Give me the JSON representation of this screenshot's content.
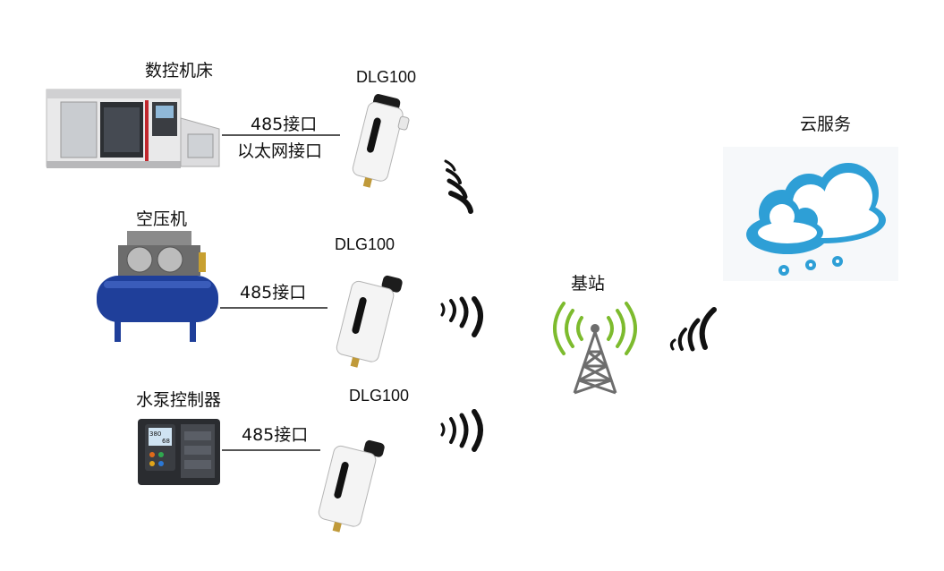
{
  "devices": [
    {
      "name": "数控机床",
      "interface": [
        "485接口",
        "以太网接口"
      ],
      "gateway": "DLG100"
    },
    {
      "name": "空压机",
      "interface": [
        "485接口"
      ],
      "gateway": "DLG100"
    },
    {
      "name": "水泵控制器",
      "interface": [
        "485接口"
      ],
      "gateway": "DLG100"
    }
  ],
  "base_station": {
    "label": "基站"
  },
  "cloud": {
    "label": "云服务"
  },
  "pump_display": {
    "left": "380",
    "right": "68"
  },
  "colors": {
    "signal_green": "#7dbb2e",
    "cloud_blue": "#2e9fd6",
    "tank_blue": "#1f3f9a",
    "tower_gray": "#6d6d6d"
  }
}
